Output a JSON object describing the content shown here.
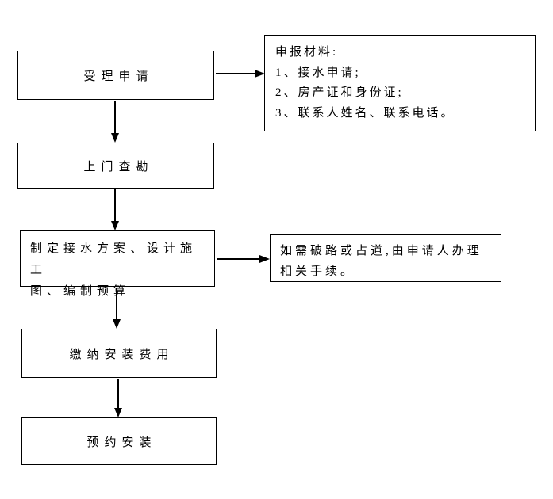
{
  "colors": {
    "background": "#ffffff",
    "box_border": "#000000",
    "text": "#000000",
    "arrow": "#000000"
  },
  "flowchart": {
    "steps": [
      {
        "lines": [
          "受理申请"
        ]
      },
      {
        "lines": [
          "上门查勘"
        ]
      },
      {
        "lines": [
          "制定接水方案、设计施工",
          "图、编制预算"
        ]
      },
      {
        "lines": [
          "缴纳安装费用"
        ]
      },
      {
        "lines": [
          "预约安装"
        ]
      }
    ],
    "notes": [
      {
        "lines": [
          "申报材料:",
          "1、接水申请;",
          "2、房产证和身份证;",
          "3、联系人姓名、联系电话。"
        ]
      },
      {
        "lines": [
          "如需破路或占道,由申请人办理",
          "相关手续。"
        ]
      }
    ]
  }
}
